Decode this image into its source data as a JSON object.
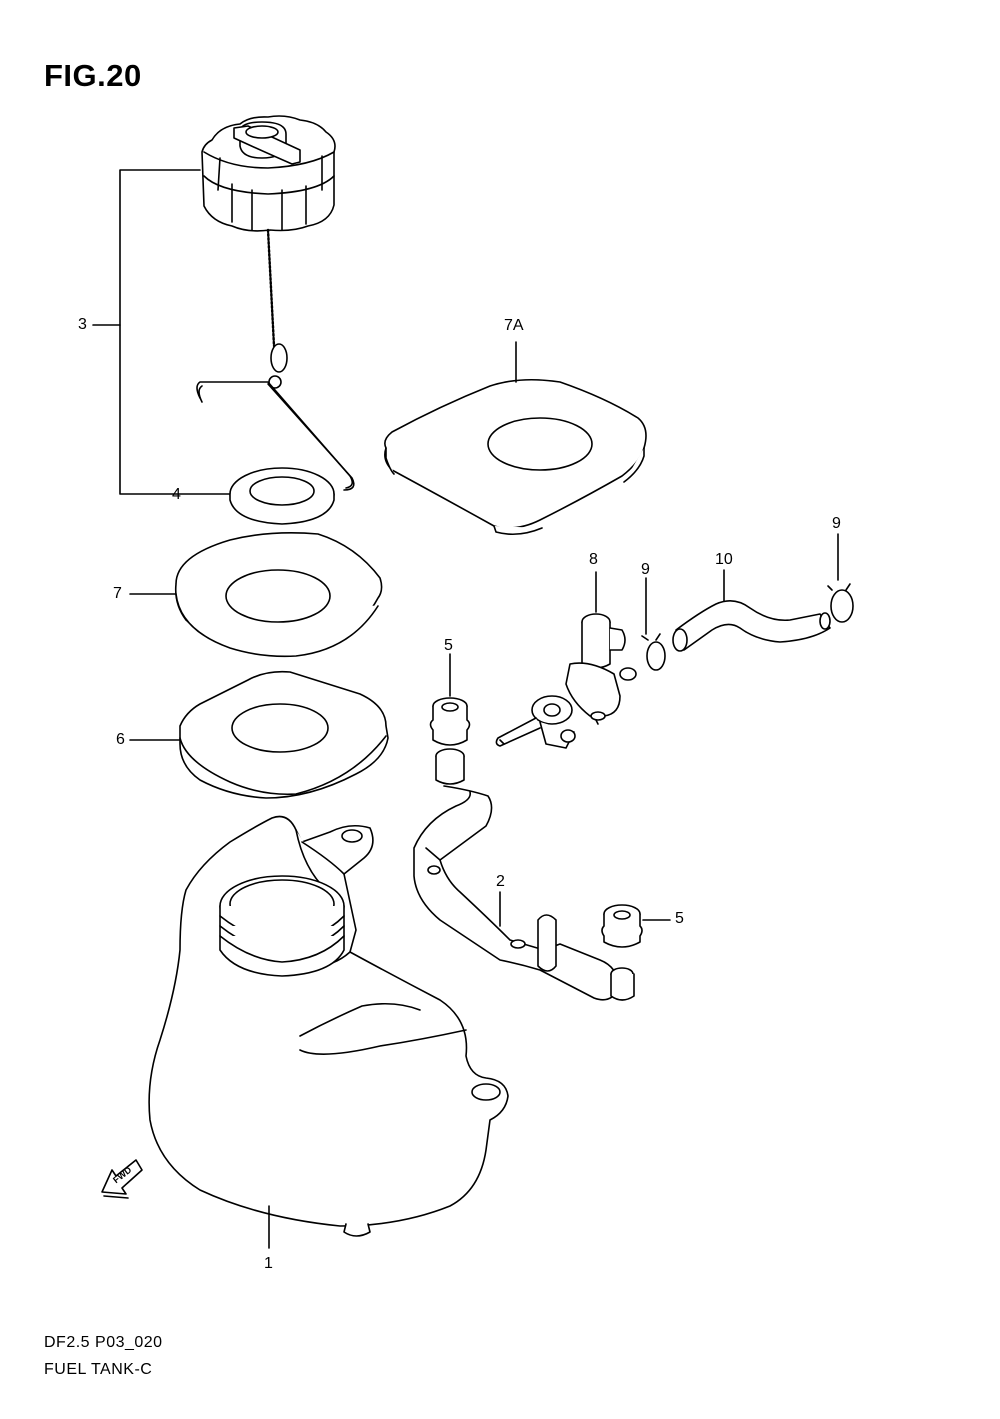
{
  "figure": {
    "title": "FIG.20",
    "code": "DF2.5 P03_020",
    "name": "FUEL TANK-C"
  },
  "callouts": {
    "c3": "3",
    "c4": "4",
    "c7a": "7A",
    "c7": "7",
    "c8": "8",
    "c9a": "9",
    "c9b": "9",
    "c10": "10",
    "c5a": "5",
    "c6": "6",
    "c2": "2",
    "c5b": "5",
    "c1": "1"
  },
  "direction_badge": {
    "text": "FWD"
  },
  "colors": {
    "line": "#000000",
    "background": "#ffffff"
  }
}
